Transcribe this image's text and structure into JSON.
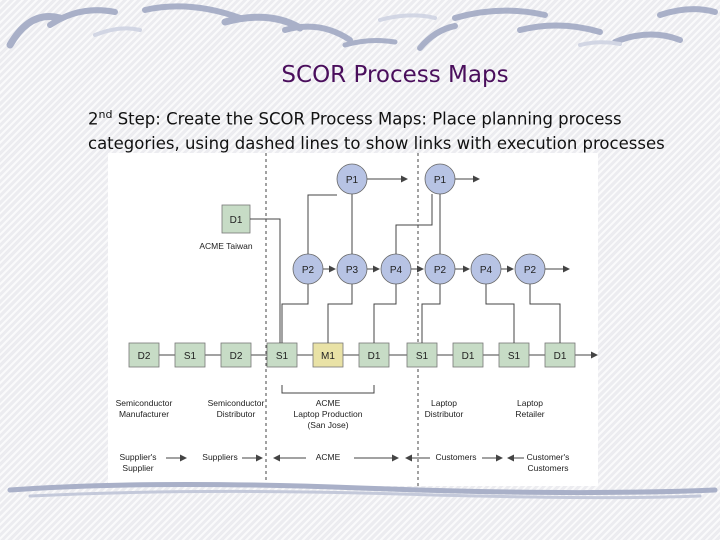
{
  "slide": {
    "title": "SCOR Process Maps",
    "step_number": "2",
    "step_suffix": "nd",
    "body": " Step: Create the SCOR Process Maps: Place planning process categories, using dashed lines to show links with execution processes"
  },
  "diagram": {
    "top_plan": [
      "P1",
      "P1"
    ],
    "taiwan_box": "D1",
    "taiwan_label": "ACME Taiwan",
    "mid_plan": [
      "P2",
      "P3",
      "P4",
      "P2",
      "P4",
      "P2"
    ],
    "exec": [
      "D2",
      "S1",
      "D2",
      "S1",
      "M1",
      "D1",
      "S1",
      "D1",
      "S1",
      "D1"
    ],
    "entities": [
      [
        "Semiconductor",
        "Manufacturer"
      ],
      [
        "Semiconductor",
        "Distributor"
      ],
      [
        "ACME",
        "Laptop Production",
        "(San Jose)"
      ],
      [
        "Laptop",
        "Distributor"
      ],
      [
        "Laptop",
        "Retailer"
      ]
    ],
    "roles": [
      [
        "Supplier's",
        "Supplier"
      ],
      [
        "Suppliers"
      ],
      [
        "ACME"
      ],
      [
        "Customers"
      ],
      [
        "Customer's",
        "Customers"
      ]
    ],
    "colors": {
      "execution": "#c7dcc6",
      "make": "#e9e2a6",
      "plan": "#b7c3e4",
      "line": "#444444"
    }
  }
}
